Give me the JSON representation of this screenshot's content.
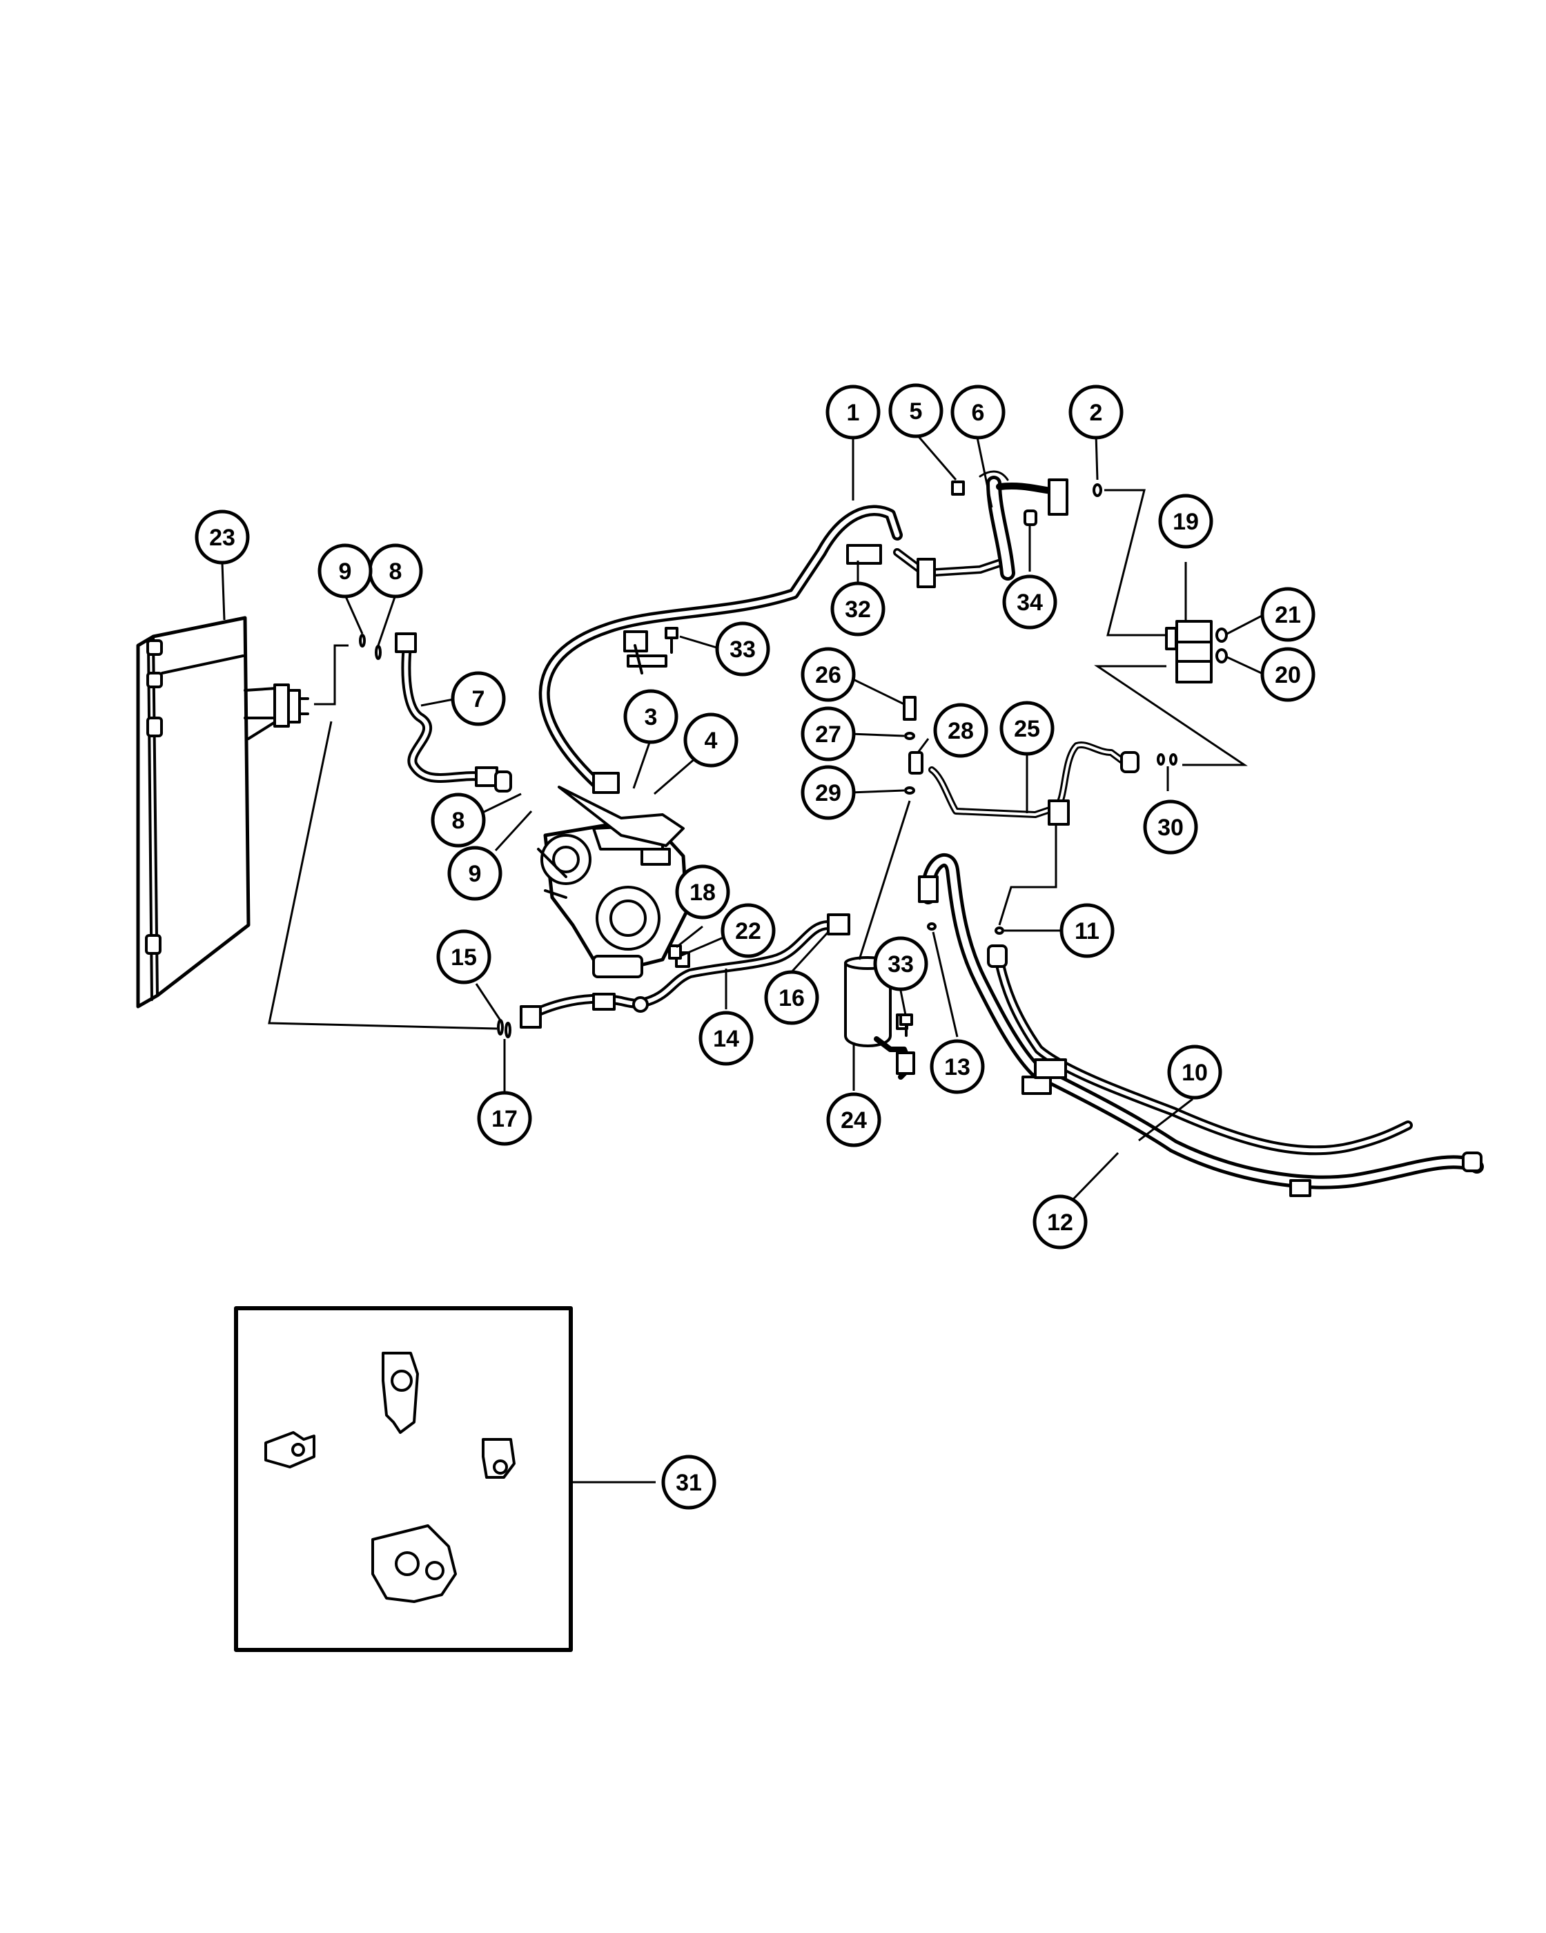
{
  "diagram": {
    "colors": {
      "ink": "#000000",
      "paper": "#ffffff"
    },
    "callouts": [
      {
        "label": "1"
      },
      {
        "label": "2"
      },
      {
        "label": "3"
      },
      {
        "label": "4"
      },
      {
        "label": "5"
      },
      {
        "label": "6"
      },
      {
        "label": "7"
      },
      {
        "label": "8"
      },
      {
        "label": "8"
      },
      {
        "label": "9"
      },
      {
        "label": "9"
      },
      {
        "label": "10"
      },
      {
        "label": "11"
      },
      {
        "label": "12"
      },
      {
        "label": "13"
      },
      {
        "label": "14"
      },
      {
        "label": "15"
      },
      {
        "label": "16"
      },
      {
        "label": "17"
      },
      {
        "label": "18"
      },
      {
        "label": "19"
      },
      {
        "label": "20"
      },
      {
        "label": "21"
      },
      {
        "label": "22"
      },
      {
        "label": "23"
      },
      {
        "label": "24"
      },
      {
        "label": "25"
      },
      {
        "label": "26"
      },
      {
        "label": "27"
      },
      {
        "label": "28"
      },
      {
        "label": "29"
      },
      {
        "label": "30"
      },
      {
        "label": "31"
      },
      {
        "label": "32"
      },
      {
        "label": "33"
      },
      {
        "label": "33"
      },
      {
        "label": "34"
      }
    ]
  }
}
